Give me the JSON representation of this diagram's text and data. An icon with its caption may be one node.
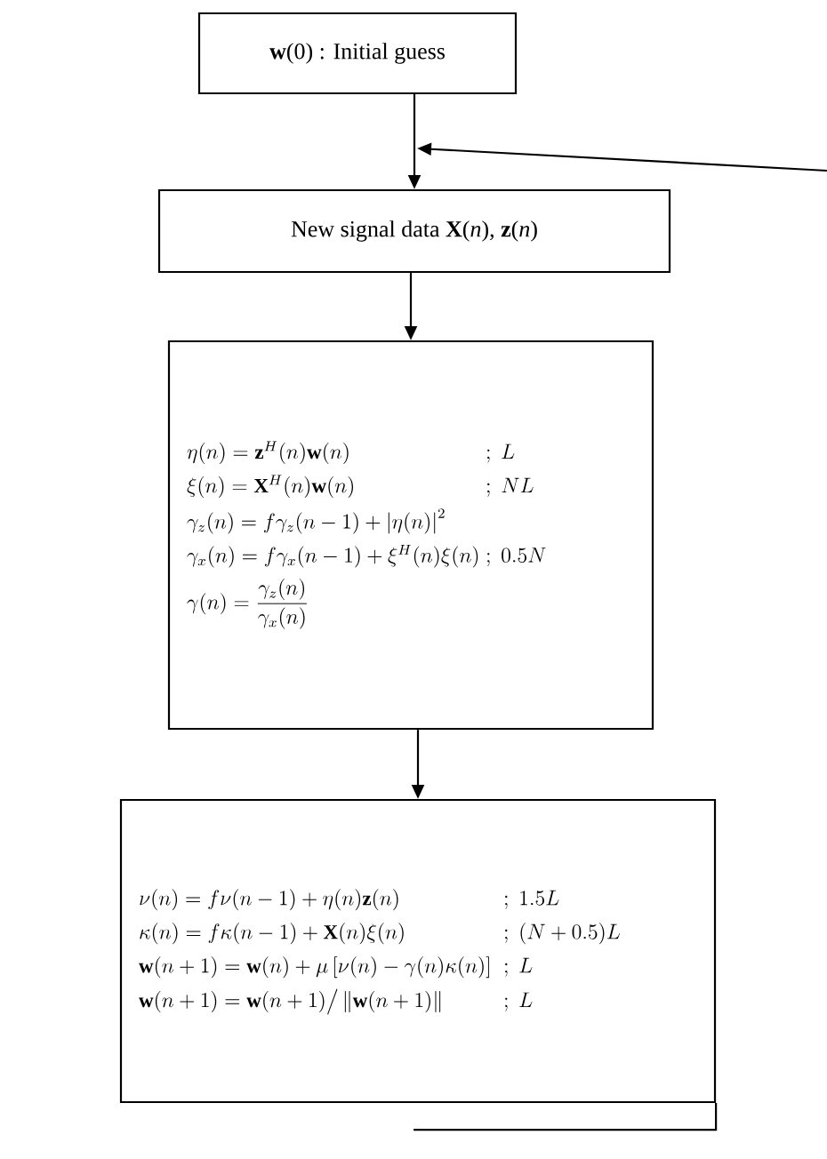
{
  "diagram": {
    "nodes": [
      {
        "text": [
          "**w**(0) : Initial guess"
        ]
      },
      {
        "text": [
          "New signal data  **X**(*n*), **z**(*n*)"
        ]
      },
      {
        "text": [
          "\\eta(n) = \\mathbf{z}^{H}(n)\\mathbf{w}(n)",
          ";\\ L",
          "\\xi(n) = \\mathbf{X}^{H}(n)\\mathbf{w}(n)",
          ";\\ NL",
          "\\gamma_{z}(n) = f\\gamma_{z}(n-1) + \\left|\\eta(n)\\right|^{2}",
          "\\gamma_{x}(n) = f\\gamma_{x}(n-1) + \\xi^{H}(n)\\xi(n)",
          ";\\ 0.5N",
          "\\gamma(n) = \\frac{\\gamma_{z}(n)}{\\gamma_{x}(n)}"
        ]
      },
      {
        "text": [
          "\\nu(n) = f\\nu(n-1) + \\eta(n)\\mathbf{z}(n)",
          ";\\ 1.5L",
          "\\kappa(n) = f\\kappa(n-1) + \\mathbf{X}(n)\\xi(n)",
          ";\\ (N+0.5)L",
          "\\mathbf{w}(n+1) = \\mathbf{w}(n) + \\mu\\left[\\nu(n) - \\gamma(n)\\kappa(n)\\right]",
          ";\\ L",
          "\\mathbf{w}(n+1) = \\mathbf{w}(n+1)\\big/\\left\\|\\mathbf{w}(n+1)\\right\\|",
          ";\\ L"
        ]
      }
    ],
    "edges": [
      {
        "from": 0,
        "to": 1,
        "arrow": "to"
      },
      {
        "from": 1,
        "to": 2,
        "arrow": "to"
      },
      {
        "from": 2,
        "to": 3,
        "arrow": "to"
      },
      {
        "from": 3,
        "to": null,
        "arrow": "none"
      },
      {
        "from": null,
        "to": 1,
        "arrow": "to"
      }
    ]
  }
}
